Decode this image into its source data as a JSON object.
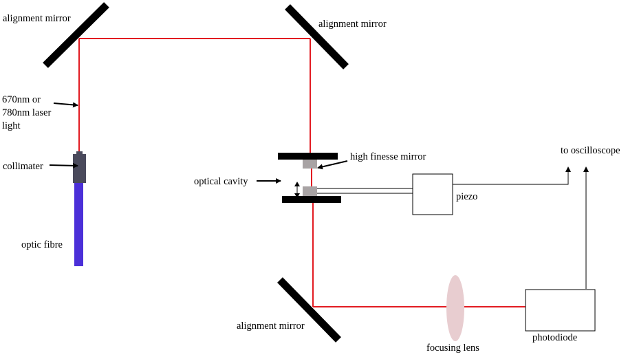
{
  "labels": {
    "alignment_mirror_top_left": "alignment mirror",
    "alignment_mirror_top_right": "alignment mirror",
    "alignment_mirror_bottom": "alignment mirror",
    "laser_light": [
      "670nm or",
      "780nm laser",
      "light"
    ],
    "collimater": "collimater",
    "optic_fibre": "optic fibre",
    "high_finesse_mirror": "high finesse mirror",
    "optical_cavity": "optical cavity",
    "piezo": "piezo",
    "to_oscilloscope": "to oscilloscope",
    "focusing_lens": "focusing lens",
    "photodiode": "photodiode"
  },
  "colors": {
    "laser_beam": "#e21b22",
    "fibre": "#4b2fd8",
    "collimator": "#4a4a5c",
    "cavity_mirror": "#a8a3a4",
    "lens": "#e8cdd0",
    "component": "#000000"
  }
}
